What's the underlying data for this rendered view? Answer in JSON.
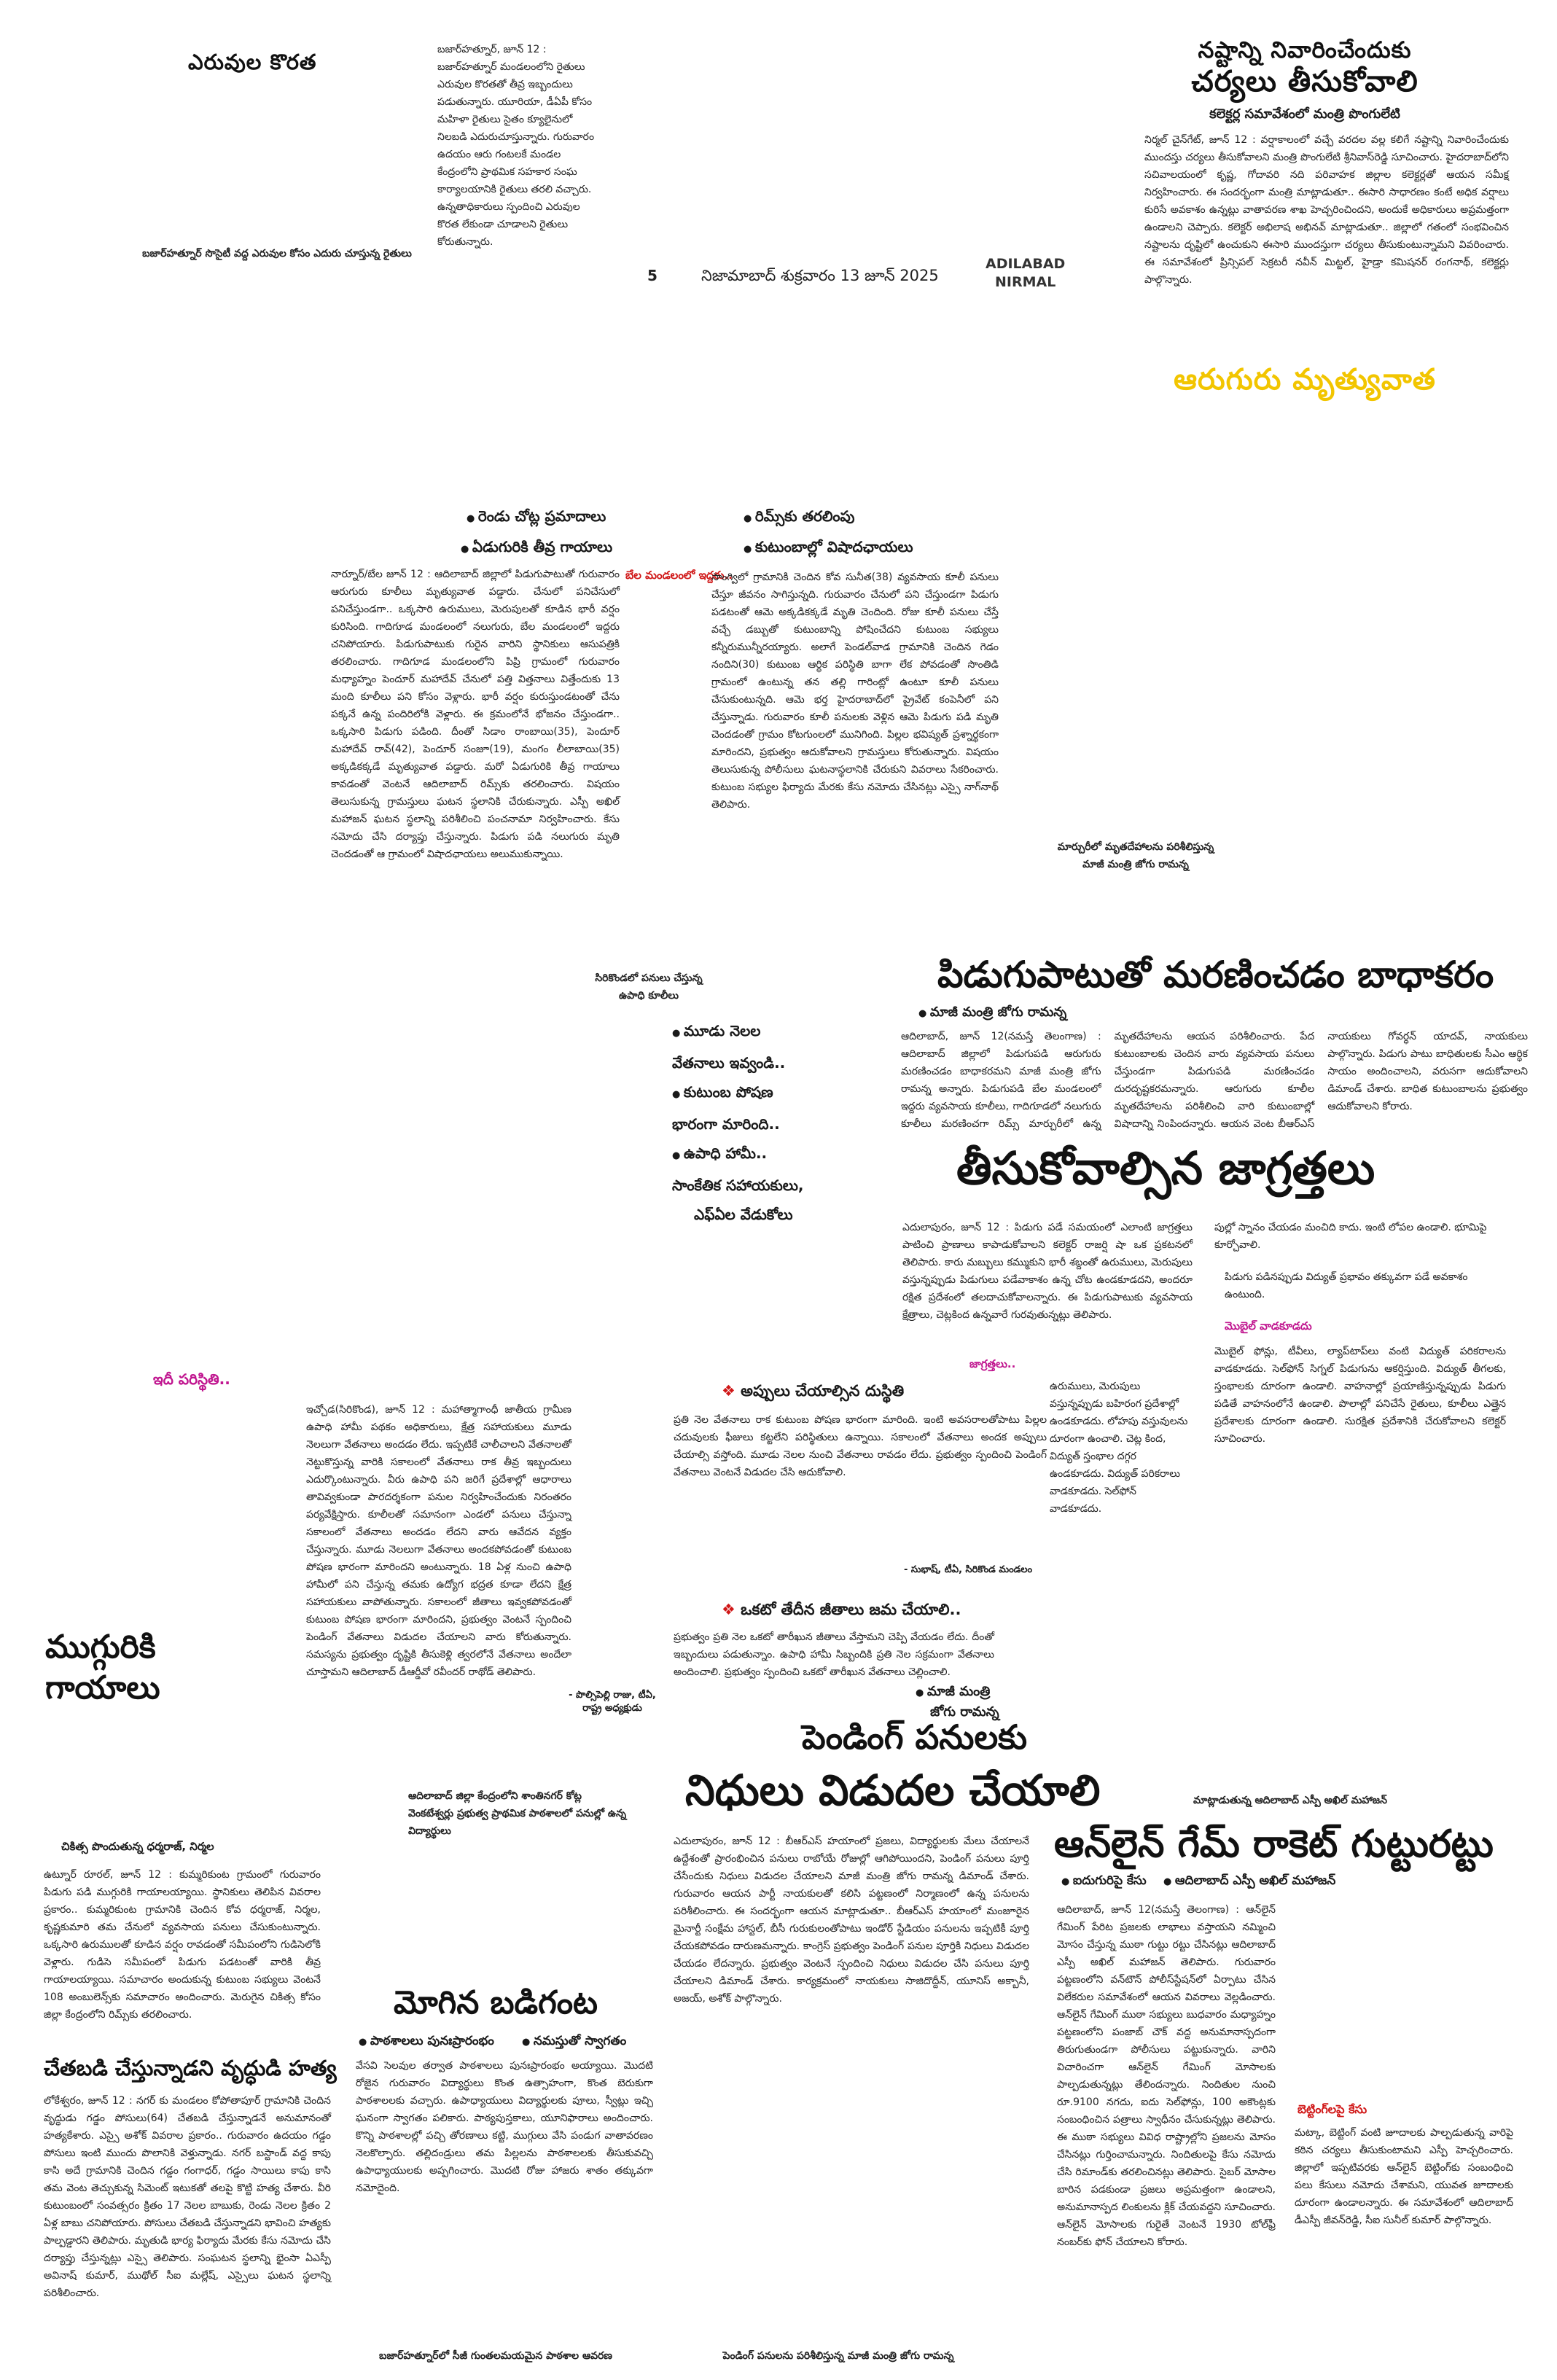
{
  "header": {
    "page_number": "5",
    "dateline": "నిజామాబాద్ శుక్రవారం 13 జూన్ 2025",
    "edition_line1": "ADILABAD",
    "edition_line2": "NIRMAL"
  },
  "fertilizer": {
    "title": "ఎరువుల కొరత",
    "body": "బజార్‌హత్నూర్, జూన్ 12 : బజార్‌హత్నూర్ మండలంలోని రైతులు ఎరువుల కొరతతో తీవ్ర ఇబ్బందులు పడుతున్నారు. యూరియా, డీఏపీ కోసం మహిళా రైతులు సైతం క్యూలైనులో నిలబడి ఎదురుచూస్తున్నారు. గురువారం ఉదయం ఆరు గంటలకే మండల కేంద్రంలోని ప్రాథమిక సహకార సంఘ కార్యాలయానికి రైతులు తరలి వచ్చారు. ఉన్నతాధికారులు స్పందించి ఎరువుల కొరత లేకుండా చూడాలని రైతులు కోరుతున్నారు.",
    "caption": "బజార్‌హత్నూర్ సొసైటీ వద్ద ఎరువుల కోసం ఎదురు చూస్తున్న రైతులు"
  },
  "losses": {
    "title1": "నష్టాన్ని నివారించేందుకు",
    "title2": "చర్యలు తీసుకోవాలి",
    "subtitle": "కలెక్టర్ల సమావేశంలో మంత్రి పొంగులేటి",
    "body": "నిర్మల్ చైన్‌గేట్, జూన్ 12 : వర్షాకాలంలో వచ్చే వరదల వల్ల కలిగే నష్టాన్ని నివారించేందుకు ముందస్తు చర్యలు తీసుకోవాలని మంత్రి పొంగులేటి శ్రీనివాస్‌రెడ్డి సూచించారు. హైదరాబాద్‌లోని సచివాలయంలో కృష్ణ, గోదావరి నది పరివాహక జిల్లాల కలెక్టర్లతో ఆయన సమీక్ష నిర్వహించారు. ఈ సందర్భంగా మంత్రి మాట్లాడుతూ.. ఈసారి సాధారణం కంటే అధిక వర్షాలు కురిసే అవకాశం ఉన్నట్లు వాతావరణ శాఖ హెచ్చరించిందని, అందుకే అధికారులు అప్రమత్తంగా ఉండాలని చెప్పారు. కలెక్టర్ అభిలాష అభినవ్ మాట్లాడుతూ.. జిల్లాలో గతంలో సంభవించిన నష్టాలను దృష్టిలో ఉంచుకుని ఈసారి ముందస్తుగా చర్యలు తీసుకుంటున్నామని వివరించారు. ఈ సమావేశంలో ప్రిన్సిపల్ సెక్రటరీ నవీన్ మిట్టల్, హైడ్రా కమిషనర్ రంగనాథ్, కలెక్టర్లు పాల్గొన్నారు."
  },
  "deaths_heading": "ఆరుగురు మృత్యువాత",
  "accidents": {
    "b1": "రెండు చోట్ల ప్రమాదాలు",
    "b2": "ఏడుగురికి తీవ్ర గాయాలు",
    "body": "నార్నూర్/బేల జూన్ 12 : ఆదిలాబాద్ జిల్లాలో పిడుగుపాటుతో గురువారం ఆరుగురు కూలీలు మృత్యువాత పడ్డారు. చేనులో పనిచేసులో పనిచేస్తుండగా.. ఒక్కసారి ఉరుములు, మెరుపులతో కూడిన భారీ వర్షం కురిసింది. గాదిగూడ మండలంలో నలుగురు, బేల మండలంలో ఇద్దరు చనిపోయారు. పిడుగుపాటుకు గురైన వారిని స్థానికులు ఆసుపత్రికి తరలించారు. గాదిగూడ మండలంలోని పిప్రి గ్రామంలో గురువారం మధ్యాహ్నం పెందూర్ మహాదేవ్ చేనులో పత్తి విత్తనాలు విత్తేందుకు 13 మంది కూలీలు పని కోసం వెళ్లారు. భారీ వర్షం కురుస్తుండటంతో చేను పక్కనే ఉన్న పందిరిలోకి వెళ్లారు. ఈ క్రమంలోనే భోజనం చేస్తుండగా.. ఒక్కసారి పిడుగు పడింది. దీంతో సిడాం రాంబాయి(35), పెందూర్ మహాదేవ్ రావ్(42), పెందూర్ సంజూ(19), మంగం లీలాబాయి(35) అక్కడికక్కడే మృత్యువాత పడ్డారు. మరో ఏడుగురికి తీవ్ర గాయాలు కావడంతో వెంటనే ఆదిలాబాద్ రిమ్స్‌కు తరలించారు. విషయం తెలుసుకున్న గ్రామస్తులు ఘటన స్థలానికి చేరుకున్నారు. ఎస్పీ అఖిల్ మహాజన్ ఘటన స్థలాన్ని పరిశీలించి పంచనామా నిర్వహించారు. కేసు నమోదు చేసి దర్యాప్తు చేస్తున్నారు. పిడుగు పడి నలుగురు మృతి చెందడంతో ఆ గ్రామంలో విషాదఛాయలు అలుముకున్నాయి."
  },
  "rims": {
    "b1": "రిమ్స్‌కు తరలింపు",
    "b2": "కుటుంబాల్లో విషాదఛాయలు",
    "kicker": "బేల మండలంలో ఇద్దరు..",
    "body": "సాంగ్విలో గ్రామానికి చెందిన కోవ సునీత(38) వ్యవసాయ కూలీ పనులు చేస్తూ జీవనం సాగిస్తున్నది. గురువారం చేనులో పని చేస్తుండగా పిడుగు పడటంతో ఆమె అక్కడికక్కడే మృతి చెందింది. రోజు కూలీ పనులు చేస్తే వచ్చే డబ్బుతో కుటుంబాన్ని పోషించేదని కుటుంబ సభ్యులు కన్నీరుమున్నీరయ్యారు. అలాగే పెండల్‌వాడ గ్రామానికి చెందిన గెడం నందిని(30) కుటుంబ ఆర్థిక పరిస్థితి బాగా లేక పోవడంతో సొంతిడి గ్రామంలో ఉంటున్న తన తల్లి గారింట్లో ఉంటూ కూలీ పనులు చేసుకుంటున్నది. ఆమె భర్త హైదరాబాద్‌లో ప్రైవేట్ కంపెనీలో పని చేస్తున్నాడు. గురువారం కూలీ పనులకు వెళ్లిన ఆమె పిడుగు పడి మృతి చెందడంతో గ్రామం కోటగుంలలో మునిగింది. పిల్లల భవిష్యత్ ప్రశ్నార్థకంగా మారిందని, ప్రభుత్వం ఆదుకోవాలని గ్రామస్తులు కోరుతున్నారు. విషయం తెలుసుకున్న పోలీసులు ఘటనాస్థలానికి చేరుకుని వివరాలు సేకరించారు. కుటుంబ సభ్యుల ఫిర్యాదు మేరకు కేసు నమోదు చేసినట్లు ఎస్సై నాగ్‌నాథ్ తెలిపారు."
  },
  "minister_photo": "మార్చురీలో మృతదేహాలను పరిశీలిస్తున్న మాజీ మంత్రి జోగు రామన్న",
  "workers_photo": "సిరికొండలో పనులు చేస్తున్న ఉపాధి కూలీలు",
  "pidugu": {
    "title": "పిడుగుపాటుతో మరణించడం బాధాకరం",
    "byline": "మాజీ మంత్రి జోగు రామన్న",
    "body": "ఆదిలాబాద్, జూన్ 12(నమస్తే తెలంగాణ) : ఆదిలాబాద్ జిల్లాలో పిడుగుపడి ఆరుగురు మరణించడం బాధాకరమని మాజీ మంత్రి జోగు రామన్న అన్నారు. పిడుగుపడి బేల మండలంలో ఇద్దరు వ్యవసాయ కూలీలు, గాదిగూడలో నలుగురు కూలీలు మరణించగా రిమ్స్ మార్చురీలో ఉన్న మృతదేహాలను ఆయన పరిశీలించారు. పేద కుటుంబాలకు చెందిన వారు వ్యవసాయ పనులు చేస్తుండగా పిడుగుపడి మరణించడం దురదృష్టకరమన్నారు. ఆరుగురు కూలీల మృతదేహాలను పరిశీలించి వారి కుటుంబాల్లో విషాదాన్ని నింపిందన్నారు. ఆయన వెంట బీఆర్ఎస్ నాయకులు గోవర్ధన్ యాదవ్, నాయకులు పాల్గొన్నారు. పిడుగు పాటు బాధితులకు సీఎం ఆర్ధిక సాయం అందించాలని, వరుసగా ఆదుకోవాలని డిమాండ్ చేశారు. బాధిత కుటుంబాలను ప్రభుత్వం ఆదుకోవాలని కోరారు."
  },
  "upadhi": {
    "l1": "మూడు నెలల",
    "l2": "వేతనాలు ఇవ్వండి..",
    "l3": "కుటుంబ పోషణ",
    "l4": "భారంగా మారింది..",
    "l5": "ఉపాధి హామీ..",
    "l6": "సాంకేతిక సహాయకులు,",
    "l7": "ఎఫ్‌ఏల వేడుకోలు"
  },
  "precautions": {
    "title": "తీసుకోవాల్సిన జాగ్రత్తలు",
    "body": "ఎదులాపురం, జూన్ 12 : పిడుగు పడే సమయంలో ఎలాంటి జాగ్రత్తలు పాటించి ప్రాణాలు కాపాడుకోవాలని కలెక్టర్ రాజర్షి షా ఒక ప్రకటనలో తెలిపారు. కారు మబ్బులు కమ్ముకుని భారీ శబ్దంతో ఉరుములు, మెరుపులు వస్తున్నప్పుడు పిడుగులు పడేవాకాశం ఉన్న చోట ఉండకూడదని, అందరూ రక్షిత ప్రదేశంలో తలదాచుకోవాలన్నారు. ఈ పిడుగుపాటుకు వ్యవసాయ క్షేత్రాలు, చెట్లకింద ఉన్నవారే గురవుతున్నట్లు తెలిపారు.",
    "kicker": "జాగ్రత్తలు..",
    "list": "ఉరుములు, మెరుపులు వస్తున్నప్పుడు బహిరంగ ప్రదేశాల్లో ఉండకూడదు. లోహపు వస్తువులను దూరంగా ఉంచాలి. చెట్ల కింద, విద్యుత్ స్తంభాల దగ్గర ఉండకూడదు. విద్యుత్ పరికరాలు వాడకూడదు. సెల్‌ఫోన్ వాడకూడదు.",
    "right1": "పుల్లో స్నానం చేయడం మంచిది కాదు. ఇంటి లోపల ఉండాలి. భూమిపై కూర్చోవాలి.",
    "right2": "పిడుగు పడినప్పుడు విద్యుత్ ప్రభావం తక్కువగా పడే అవకాశం ఉంటుంది.",
    "kicker2": "మొబైల్ వాడకూడదు",
    "right3": "మొబైల్ ఫోన్లు, టీవీలు, ల్యాప్‌టాప్‌లు వంటి విద్యుత్ పరికరాలను వాడకూడదు. సెల్‌ఫోన్ సిగ్నల్ పిడుగును ఆకర్షిస్తుంది. విద్యుత్ తీగలకు, స్తంభాలకు దూరంగా ఉండాలి. వాహనాల్లో ప్రయాణిస్తున్నప్పుడు పిడుగు పడితే వాహనంలోనే ఉండాలి. పొలాల్లో పనిచేసే రైతులు, కూలీలు ఎత్తైన ప్రదేశాలకు దూరంగా ఉండాలి. సురక్షిత ప్రదేశానికి చేరుకోవాలని కలెక్టర్ సూచించారు."
  },
  "situation_kicker": "ఇదీ పరిస్థితి..",
  "wage_body": "ఇచ్చోడ(సిరికొండ), జూన్ 12 : మహాత్మాగాంధీ జాతీయ గ్రామీణ ఉపాధి హామీ పథకం అధికారులు, క్షేత్ర సహాయకులు మూడు నెలలుగా వేతనాలు అందడం లేదు. ఇప్పటికే చాలీచాలని వేతనాలతో నెట్టుకొస్తున్న వారికి సకాలంలో వేతనాలు రాక తీవ్ర ఇబ్బందులు ఎదుర్కొంటున్నారు. వీరు ఉపాధి పని జరిగే ప్రదేశాల్లో ఆధారాలు తావివ్వకుండా పారదర్శకంగా పనుల నిర్వహించేందుకు నిరంతరం పర్యవేక్షిస్తారు. కూలీలతో సమానంగా ఎండలో పనులు చేస్తున్నా సకాలంలో వేతనాలు అందడం లేదని వారు ఆవేదన వ్యక్తం చేస్తున్నారు. మూడు నెలలుగా వేతనాలు అందకపోవడంతో కుటుంబ పోషణ భారంగా మారిందని అంటున్నారు. 18 ఏళ్ల నుంచి ఉపాధి హామీలో పని చేస్తున్న తమకు ఉద్యోగ భద్రత కూడా లేదని క్షేత్ర సహాయకులు వాపోతున్నారు. సకాలంలో జీతాలు ఇవ్వకపోవడంతో కుటుంబ పోషణ భారంగా మారిందని, ప్రభుత్వం వెంటనే స్పందించి పెండింగ్ వేతనాలు విడుదల చేయాలని వారు కోరుతున్నారు. సమస్యను ప్రభుత్వం దృష్టికి తీసుకెళ్లి త్వరలోనే వేతనాలు అందేలా చూస్తామని ఆదిలాబాద్ డీఆర్డీవో రవీందర్ రాథోడ్ తెలిపారు.",
  "debts": {
    "head": "అప్పులు చేయాల్సిన దుస్థితి",
    "body": "ప్రతి నెల వేతనాలు రాక కుటుంబ పోషణ భారంగా మారింది. ఇంటి అవసరాలతోపాటు పిల్లల చదువులకు ఫీజులు కట్టలేని పరిస్థితులు ఉన్నాయి. సకాలంలో వేతనాలు అందక అప్పులు చేయాల్సి వస్తోంది. మూడు నెలల నుంచి వేతనాలు రావడం లేదు. ప్రభుత్వం స్పందించి పెండింగ్ వేతనాలు వెంటనే విడుదల చేసి ఆదుకోవాలి.",
    "credit": "- సుభాష్, టీఏ, సిరికొండ మండలం"
  },
  "jobs": {
    "head": "ఒకటో తేదీన జీతాలు జమ చేయాలి..",
    "body": "ప్రభుత్వం ప్రతి నెల ఒకటో తారీఖున జీతాలు వేస్తామని చెప్పి వేయడం లేదు. దీంతో ఇబ్బందులు పడుతున్నాం. ఉపాధి హామీ సిబ్బందికి ప్రతి నెల సక్రమంగా వేతనాలు అందించాలి. ప్రభుత్వం స్పందించి ఒకటో తారీఖున వేతనాలు చెల్లించాలి.",
    "credit": "- పొల్సిపెల్లి రాజు, టీఏ, రాష్ట్ర అధ్యక్షుడు"
  },
  "three_injured": {
    "l1": "ముగ్గురికి",
    "l2": "గాయాలు"
  },
  "collector_photo": "ఆదిలాబాద్ జిల్లా కేంద్రంలోని శాంతినగర్ కోట్ల వెంకటేశ్వర్లు ప్రభుత్వ ప్రాథమిక పాఠశాలలో పనుల్లో ఉన్న విద్యార్థులు",
  "injury": {
    "caption": "చికిత్స పొందుతున్న ధర్మరాజ్, నిర్మల",
    "body": "ఉట్నూర్ రూరల్, జూన్ 12 : కుమ్మరికుంట గ్రామంలో గురువారం పిడుగు పడి ముగ్గురికి గాయాలయ్యాయి. స్థానికులు తెలిపిన వివరాల ప్రకారం.. కుమ్మరికుంట గ్రామానికి చెందిన కోవ ధర్మరాజ్, నిర్మల, కృష్ణకుమారి తమ చేనులో వ్యవసాయ పనులు చేసుకుంటున్నారు. ఒక్కసారి ఉరుములతో కూడిన వర్షం రావడంతో సమీపంలోని గుడిసెలోకి వెళ్లారు. గుడిసె సమీపంలో పిడుగు పడటంతో వారికి తీవ్ర గాయాలయ్యాయి. సమాచారం అందుకున్న కుటుంబ సభ్యులు వెంటనే 108 అంబులెన్స్‌కు సమాచారం అందించారు. మెరుగైన చికిత్స కోసం జిల్లా కేంద్రంలోని రిమ్స్‌కు తరలించారు."
  },
  "murder": {
    "title": "చేతబడి చేస్తున్నాడని వృద్ధుడి హత్య",
    "body": "లోకేశ్వరం, జూన్ 12 : నగర్ కు మండలం కోపోతాపూర్ గ్రామానికి చెందిన వృద్ధుడు గడ్డం పోసులు(64) చేతబడి చేస్తున్నాడనే అనుమానంతో హత్యకేశారు. ఎస్సై అశోక్ వివరాల ప్రకారం.. గురువారం ఉదయం గడ్డం పోసులు ఇంటి ముందు పొలానికి వెళ్తున్నాడు. నగర్ బస్టాండ్ వద్ద కాపు కాసి అదే గ్రామానికి చెందిన గడ్డం గంగాధర్, గడ్డం సాయిలు కాపు కాసి తమ వెంట తెచ్చుకున్న సిమెంట్ ఇటుకతో తలపై కొట్టి హత్య చేశారు. వీరి కుటుంబంలో సంవత్సరం క్రితం 17 నెలల బాబుకు, రెండు నెలల క్రితం 2 ఏళ్ల బాబు చనిపోయారు. పోసులు చేతబడి చేస్తున్నాడని భావించి హత్యకు పాల్పడ్డారని తెలిపారు. మృతుడి భార్య ఫిర్యాదు మేరకు కేసు నమోదు చేసి దర్యాప్తు చేస్తున్నట్లు ఎస్సై తెలిపారు. సంఘటన స్థలాన్ని భైంసా ఏఎస్పీ అవినాష్ కుమార్, ముథోల్ సీఐ మల్లేష్, ఎస్సైలు ఘటన స్థలాన్ని పరిశీలించారు."
  },
  "bell": {
    "title": "మోగిన బడిగంట",
    "b1": "పాఠశాలలు పునఃప్రారంభం",
    "b2": "నమస్తుతో స్వాగతం",
    "body": "వేసవి సెలవుల తర్వాత పాఠశాలలు పునఃప్రారంభం అయ్యాయి. మొదటి రోజైన గురువారం విద్యార్థులు కొంత ఉత్సాహంగా, కొంత బెరుకుగా పాఠశాలలకు వచ్చారు. ఉపాధ్యాయులు విద్యార్థులకు పూలు, స్వీట్లు ఇచ్చి ఘనంగా స్వాగతం పలికారు. పాఠ్యపుస్తకాలు, యూనిఫారాలు అందించారు. కొన్ని పాఠశాలల్లో పచ్చి తోరణాలు కట్టి, ముగ్గులు వేసి పండుగ వాతావరణం నెలకొల్పారు. తల్లిదండ్రులు తమ పిల్లలను పాఠశాలలకు తీసుకువచ్చి ఉపాధ్యాయులకు అప్పగించారు. మొదటి రోజు హాజరు శాతం తక్కువగా నమోదైంది.",
    "caption": "బజార్‌హత్నూర్‌లో సీజీ గుంతలమయమైన పాఠశాల ఆవరణ"
  },
  "pending": {
    "byline1": "మాజీ మంత్రి",
    "byline2": "జోగు రామన్న",
    "title1": "పెండింగ్ పనులకు",
    "title2": "నిధులు విడుదల చేయాలి",
    "body": "ఎదులాపురం, జూన్ 12 : బీఆర్ఎస్ హయాంలో ప్రజలు, విద్యార్థులకు మేలు చేయాలనే ఉద్దేశంతో ప్రారంభించిన పనులు రాబోయే రోజుల్లో ఆగిపోయిందని, పెండింగ్ పనులు పూర్తి చేసేందుకు నిధులు విడుదల చేయాలని మాజీ మంత్రి జోగు రామన్న డిమాండ్ చేశారు. గురువారం ఆయన పార్టీ నాయకులతో కలిసి పట్టణంలో నిర్మాణంలో ఉన్న పనులను పరిశీలించారు. ఈ సందర్భంగా ఆయన మాట్లాడుతూ.. బీఆర్ఎస్ హయాంలో మంజూరైన మైనార్టీ సంక్షేమ హాస్టల్, బీసీ గురుకులంతోపాటు ఇండోర్ స్టేడియం పనులను ఇప్పటికీ పూర్తి చేయకపోవడం దారుణమన్నారు. కాంగ్రెస్ ప్రభుత్వం పెండింగ్ పనుల పూర్తికి నిధులు విడుదల చేయడం లేదన్నారు. ప్రభుత్వం వెంటనే స్పందించి నిధులు విడుదల చేసి పనులు పూర్తి చేయాలని డిమాండ్ చేశారు. కార్యక్రమంలో నాయకులు సాజిదొద్దీన్, యూనిస్ అక్బానీ, అజయ్, అశోక్ పాల్గొన్నారు.",
    "caption": "పెండింగ్ పనులను పరిశీలిస్తున్న మాజీ మంత్రి జోగు రామన్న"
  },
  "online": {
    "photo": "మాట్లాడుతున్న ఆదిలాబాద్ ఎస్పీ అఖిల్ మహాజన్",
    "title": "ఆన్‌లైన్ గేమ్ రాకెట్ గుట్టురట్టు",
    "b1": "ఐదుగురిపై కేసు",
    "b2": "ఆదిలాబాద్ ఎస్పీ అఖిల్ మహాజన్",
    "body": "ఆదిలాబాద్, జూన్ 12(నమస్తే తెలంగాణ) : ఆన్‌లైన్ గేమింగ్ పేరిట ప్రజలకు లాభాలు వస్తాయని నమ్మించి మోసం చేస్తున్న ముఠా గుట్టు రట్టు చేసినట్లు ఆదిలాబాద్ ఎస్పీ అఖిల్ మహాజన్ తెలిపారు. గురువారం పట్టణంలోని వన్‌టౌన్ పోలీస్‌స్టేషన్‌లో ఏర్పాటు చేసిన విలేకరుల సమావేశంలో ఆయన వివరాలు వెల్లడించారు. ఆన్‌లైన్ గేమింగ్ ముఠా సభ్యులు బుధవారం మధ్యాహ్నం పట్టణంలోని పంజాబ్ చౌక్‌ వద్ద అనుమానాస్పదంగా తిరుగుతుండగా పోలీసులు పట్టుకున్నారు. వారిని విచారించగా ఆన్‌లైన్ గేమింగ్ మోసాలకు పాల్పడుతున్నట్లు తేలిందన్నారు. నిందితుల నుంచి రూ.9100 నగదు, ఐదు సెల్‌ఫోన్లు, 100 అకౌంట్లకు సంబంధించిన పత్రాలు స్వాధీనం చేసుకున్నట్లు తెలిపారు. ఈ ముఠా సభ్యులు వివిధ రాష్ట్రాల్లోని ప్రజలను మోసం చేసినట్లు గుర్తించామన్నారు. నిందితులపై కేసు నమోదు చేసి రిమాండ్‌కు తరలించినట్లు తెలిపారు. సైబర్ మోసాల బారిన పడకుండా ప్రజలు అప్రమత్తంగా ఉండాలని, అనుమానాస్పద లింకులను క్లిక్ చేయవద్దని సూచించారు. ఆన్‌లైన్ మోసాలకు గురైతే వెంటనే 1930 టోల్‌ఫ్రీ నంబర్‌కు ఫోన్ చేయాలని కోరారు.",
    "kicker": "బెట్టింగ్‌లపై కేసు",
    "body2": "మట్కా, బెట్టింగ్ వంటి జూదాలకు పాల్పడుతున్న వారిపై కఠిన చర్యలు తీసుకుంటామని ఎస్పీ హెచ్చరించారు. జిల్లాలో ఇప్పటివరకు ఆన్‌లైన్ బెట్టింగ్‌కు సంబంధించి పలు కేసులు నమోదు చేశామని, యువత జూదాలకు దూరంగా ఉండాలన్నారు. ఈ సమావేశంలో ఆదిలాబాద్ డీఎస్పీ జీవన్‌రెడ్డి, సీఐ సునీల్ కుమార్ పాల్గొన్నారు."
  }
}
